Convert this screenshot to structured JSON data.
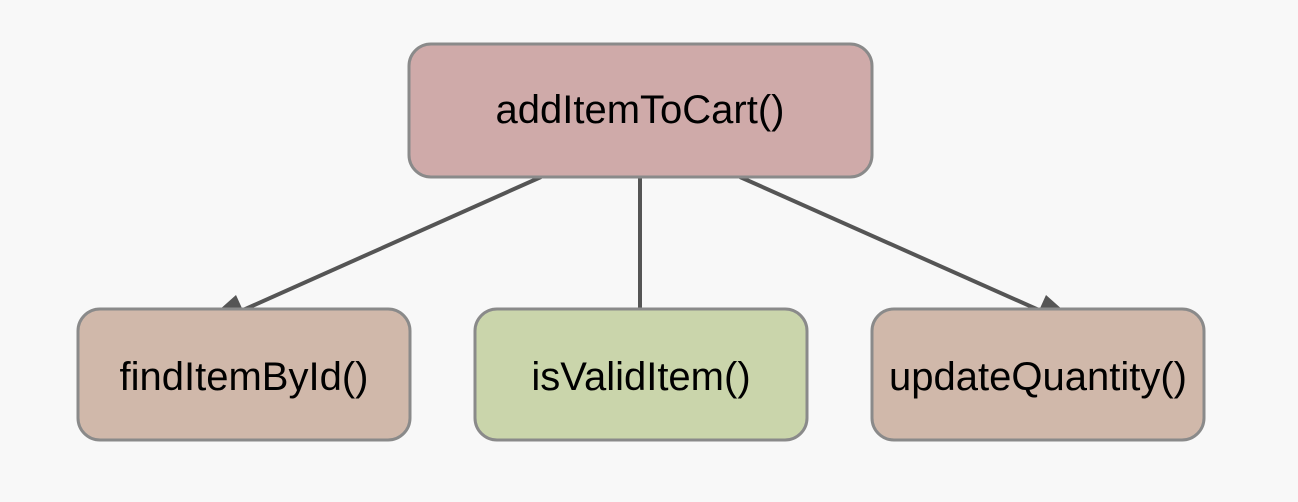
{
  "diagram": {
    "type": "call-tree",
    "root": {
      "id": "root",
      "label": "addItemToCart()",
      "color": "#cfaaa9"
    },
    "children": [
      {
        "id": "child1",
        "label": "findItemById()",
        "color": "#d0b8aa"
      },
      {
        "id": "child2",
        "label": "isValidItem()",
        "color": "#cad5ab"
      },
      {
        "id": "child3",
        "label": "updateQuantity()",
        "color": "#d0b8aa"
      }
    ],
    "edges": [
      {
        "from": "root",
        "to": "child1"
      },
      {
        "from": "root",
        "to": "child2"
      },
      {
        "from": "root",
        "to": "child3"
      }
    ],
    "colors": {
      "background": "#f8f8f8",
      "border": "#8a8a8a",
      "edge": "#555555",
      "text": "#000000"
    }
  }
}
